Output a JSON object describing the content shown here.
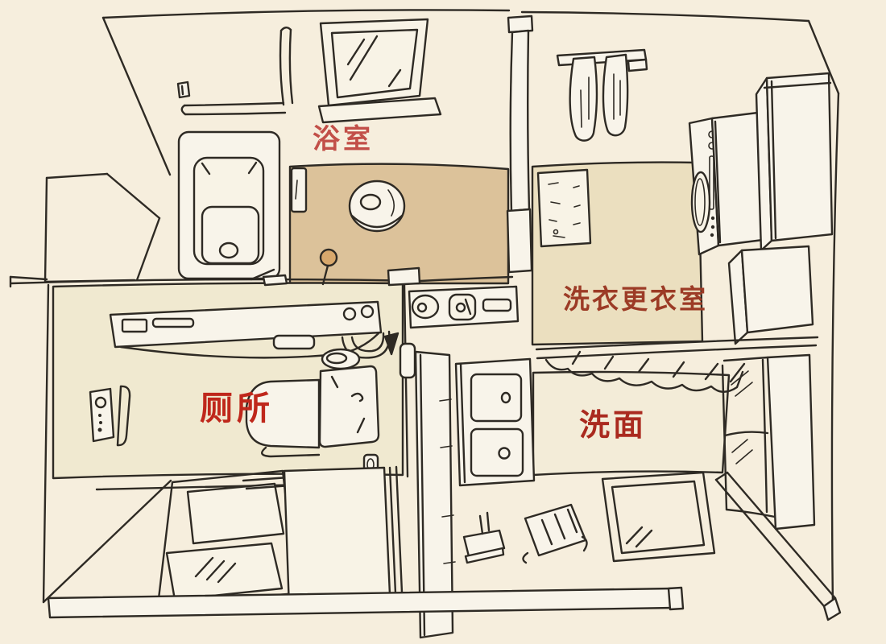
{
  "rooms": {
    "bathroom": {
      "label": "浴室",
      "color": "#c24f48"
    },
    "laundry": {
      "label": "洗衣更衣室",
      "color": "#9c3b26"
    },
    "toilet": {
      "label": "厕所",
      "color": "#bf271b"
    },
    "washroom": {
      "label": "洗面",
      "color": "#aa2a1f"
    }
  },
  "colors": {
    "paper": "#f6eedd",
    "wall": "#f8f3e6",
    "object": "#f8f4ea",
    "bathroom_floor": "#dcc29a",
    "laundry_floor": "#ebdfbf",
    "toilet_floor": "#f0e9d0",
    "washroom_floor": "#f3ecd8",
    "wood": "#d8a86c",
    "line": "#2e2a24"
  },
  "fixtures": {
    "bathtub": "rounded-rect-outline",
    "window": "slanted-frame-with-glass-lines",
    "towel-bar": "l-shaped-tube",
    "wash-bowl": "concentric-ellipses",
    "ladle": "circle-with-handle",
    "towel-rod": "horizontal-bar",
    "hanging-towels": "two-draped-shapes",
    "wall-note": "paper-with-scribbles",
    "washing-machine": "box-with-oval-door",
    "storage-cabinets": "stacked-boxes",
    "laundry-counter": "edge-with-hatched-skirt",
    "mirror-cabinet": "open-door-cabinet",
    "drawer-cabinet": "two-drawers-with-knobs",
    "vanity-counter": "panel-with-slots-and-basin",
    "hand-wash-basin": "small-oval",
    "toilet": "bowl-and-tank-top-view",
    "bath-control-panel": "panel-with-two-dials",
    "light-switch-panel": "plate-with-button-and-dots",
    "door-handle": "vertical-grip",
    "floor-mats": "slanted-rectangles",
    "threshold-rails": "long-slanted-bars",
    "bathroom-scale": "flat-slab-with-stems",
    "doormat": "slab-with-lines-and-curled-corners"
  }
}
